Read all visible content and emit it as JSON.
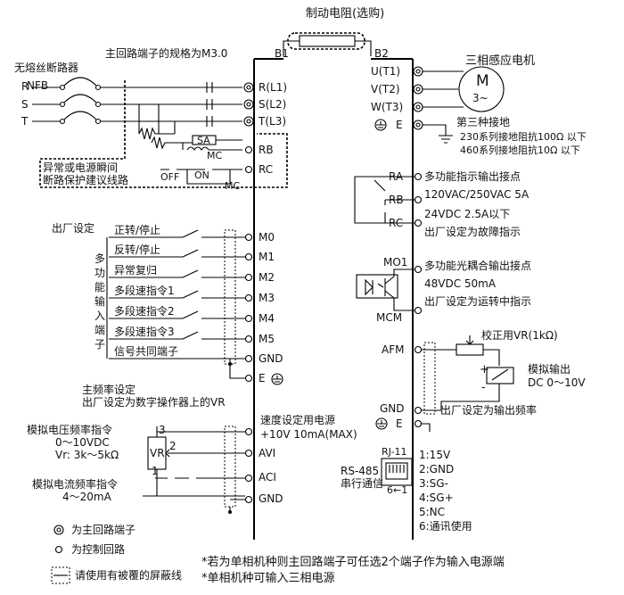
{
  "brake": {
    "title": "制动电阻(选购)",
    "b1": "B1",
    "b2": "B2"
  },
  "main_spec": "主回路端子的规格为M3.0",
  "breaker": {
    "label": "无熔丝断路器",
    "nfb": "NFB"
  },
  "phases": [
    "R",
    "S",
    "T"
  ],
  "input_terminals": [
    "R(L1)",
    "S(L2)",
    "T(L3)"
  ],
  "output_terminals": [
    "U(T1)",
    "V(T2)",
    "W(T3)"
  ],
  "motor": {
    "title": "三相感应电机",
    "m": "M",
    "sym": "3~"
  },
  "earth": {
    "e": "E",
    "title": "第三种接地",
    "line1": "230系列接地阻抗100Ω 以下",
    "line2": "460系列接地阻抗10Ω 以下"
  },
  "protect": {
    "rb": "RB",
    "rc": "RC",
    "sa": "SA",
    "mc": "MC",
    "off": "OFF",
    "on": "ON",
    "line1": "异常或电源瞬间",
    "line2": "断路保护建议线路"
  },
  "relay": {
    "ra": "RA",
    "rb": "RB",
    "rc": "RC",
    "title": "多功能指示输出接点",
    "ac": "120VAC/250VAC 5A",
    "dc": "24VDC 2.5A以下",
    "note": "出厂设定为故障指示"
  },
  "photo": {
    "mo1": "MO1",
    "mcm": "MCM",
    "title": "多功能光耦合输出接点",
    "spec": "48VDC 50mA",
    "note": "出厂设定为运转中指示"
  },
  "inputs": {
    "factory": "出厂设定",
    "side_label": [
      "多",
      "功",
      "能",
      "输",
      "入",
      "端",
      "子"
    ],
    "items": [
      "正转/停止",
      "反转/停止",
      "异常复归",
      "多段速指令1",
      "多段速指令2",
      "多段速指令3",
      "信号共同端子"
    ],
    "terminals": [
      "M0",
      "M1",
      "M2",
      "M3",
      "M4",
      "M5",
      "GND"
    ]
  },
  "left_e": "E",
  "freq": {
    "line1": "主频率设定",
    "line2": "出厂设定为数字操作器上的VR"
  },
  "afm": {
    "afm": "AFM",
    "vr": "校正用VR(1kΩ)",
    "plus": "+",
    "minus": "-",
    "out1": "模拟输出",
    "out2": "DC 0～10V",
    "gnd": "GND",
    "e": "E",
    "note": "出厂设定为输出频率"
  },
  "analog": {
    "src1": "速度设定用电源",
    "src2": "+10V 10mA(MAX)",
    "avi": "AVI",
    "aci": "ACI",
    "gnd": "GND",
    "volt_title": "模拟电压频率指令",
    "volt_range": "0～10VDC",
    "vr_spec": "Vr: 3k～5kΩ",
    "vr": "VR",
    "p3": "3",
    "p2": "2",
    "p1": "1",
    "cur_title": "模拟电流频率指令",
    "cur_range": "4～20mA"
  },
  "rs485": {
    "title": "RS-485",
    "sub": "串行通信",
    "rj": "RJ-11",
    "pin_mark": "6←1",
    "pins": [
      "1:15V",
      "2:GND",
      "3:SG-",
      "4:SG+",
      "5:NC",
      "6:通讯使用"
    ]
  },
  "legend": {
    "main": "为主回路端子",
    "ctrl": "为控制回路",
    "shield": "请使用有被覆的屏蔽线"
  },
  "notes": [
    "*若为单相机种则主回路端子可任选2个端子作为输入电源端",
    "*单相机种可输入三相电源"
  ]
}
